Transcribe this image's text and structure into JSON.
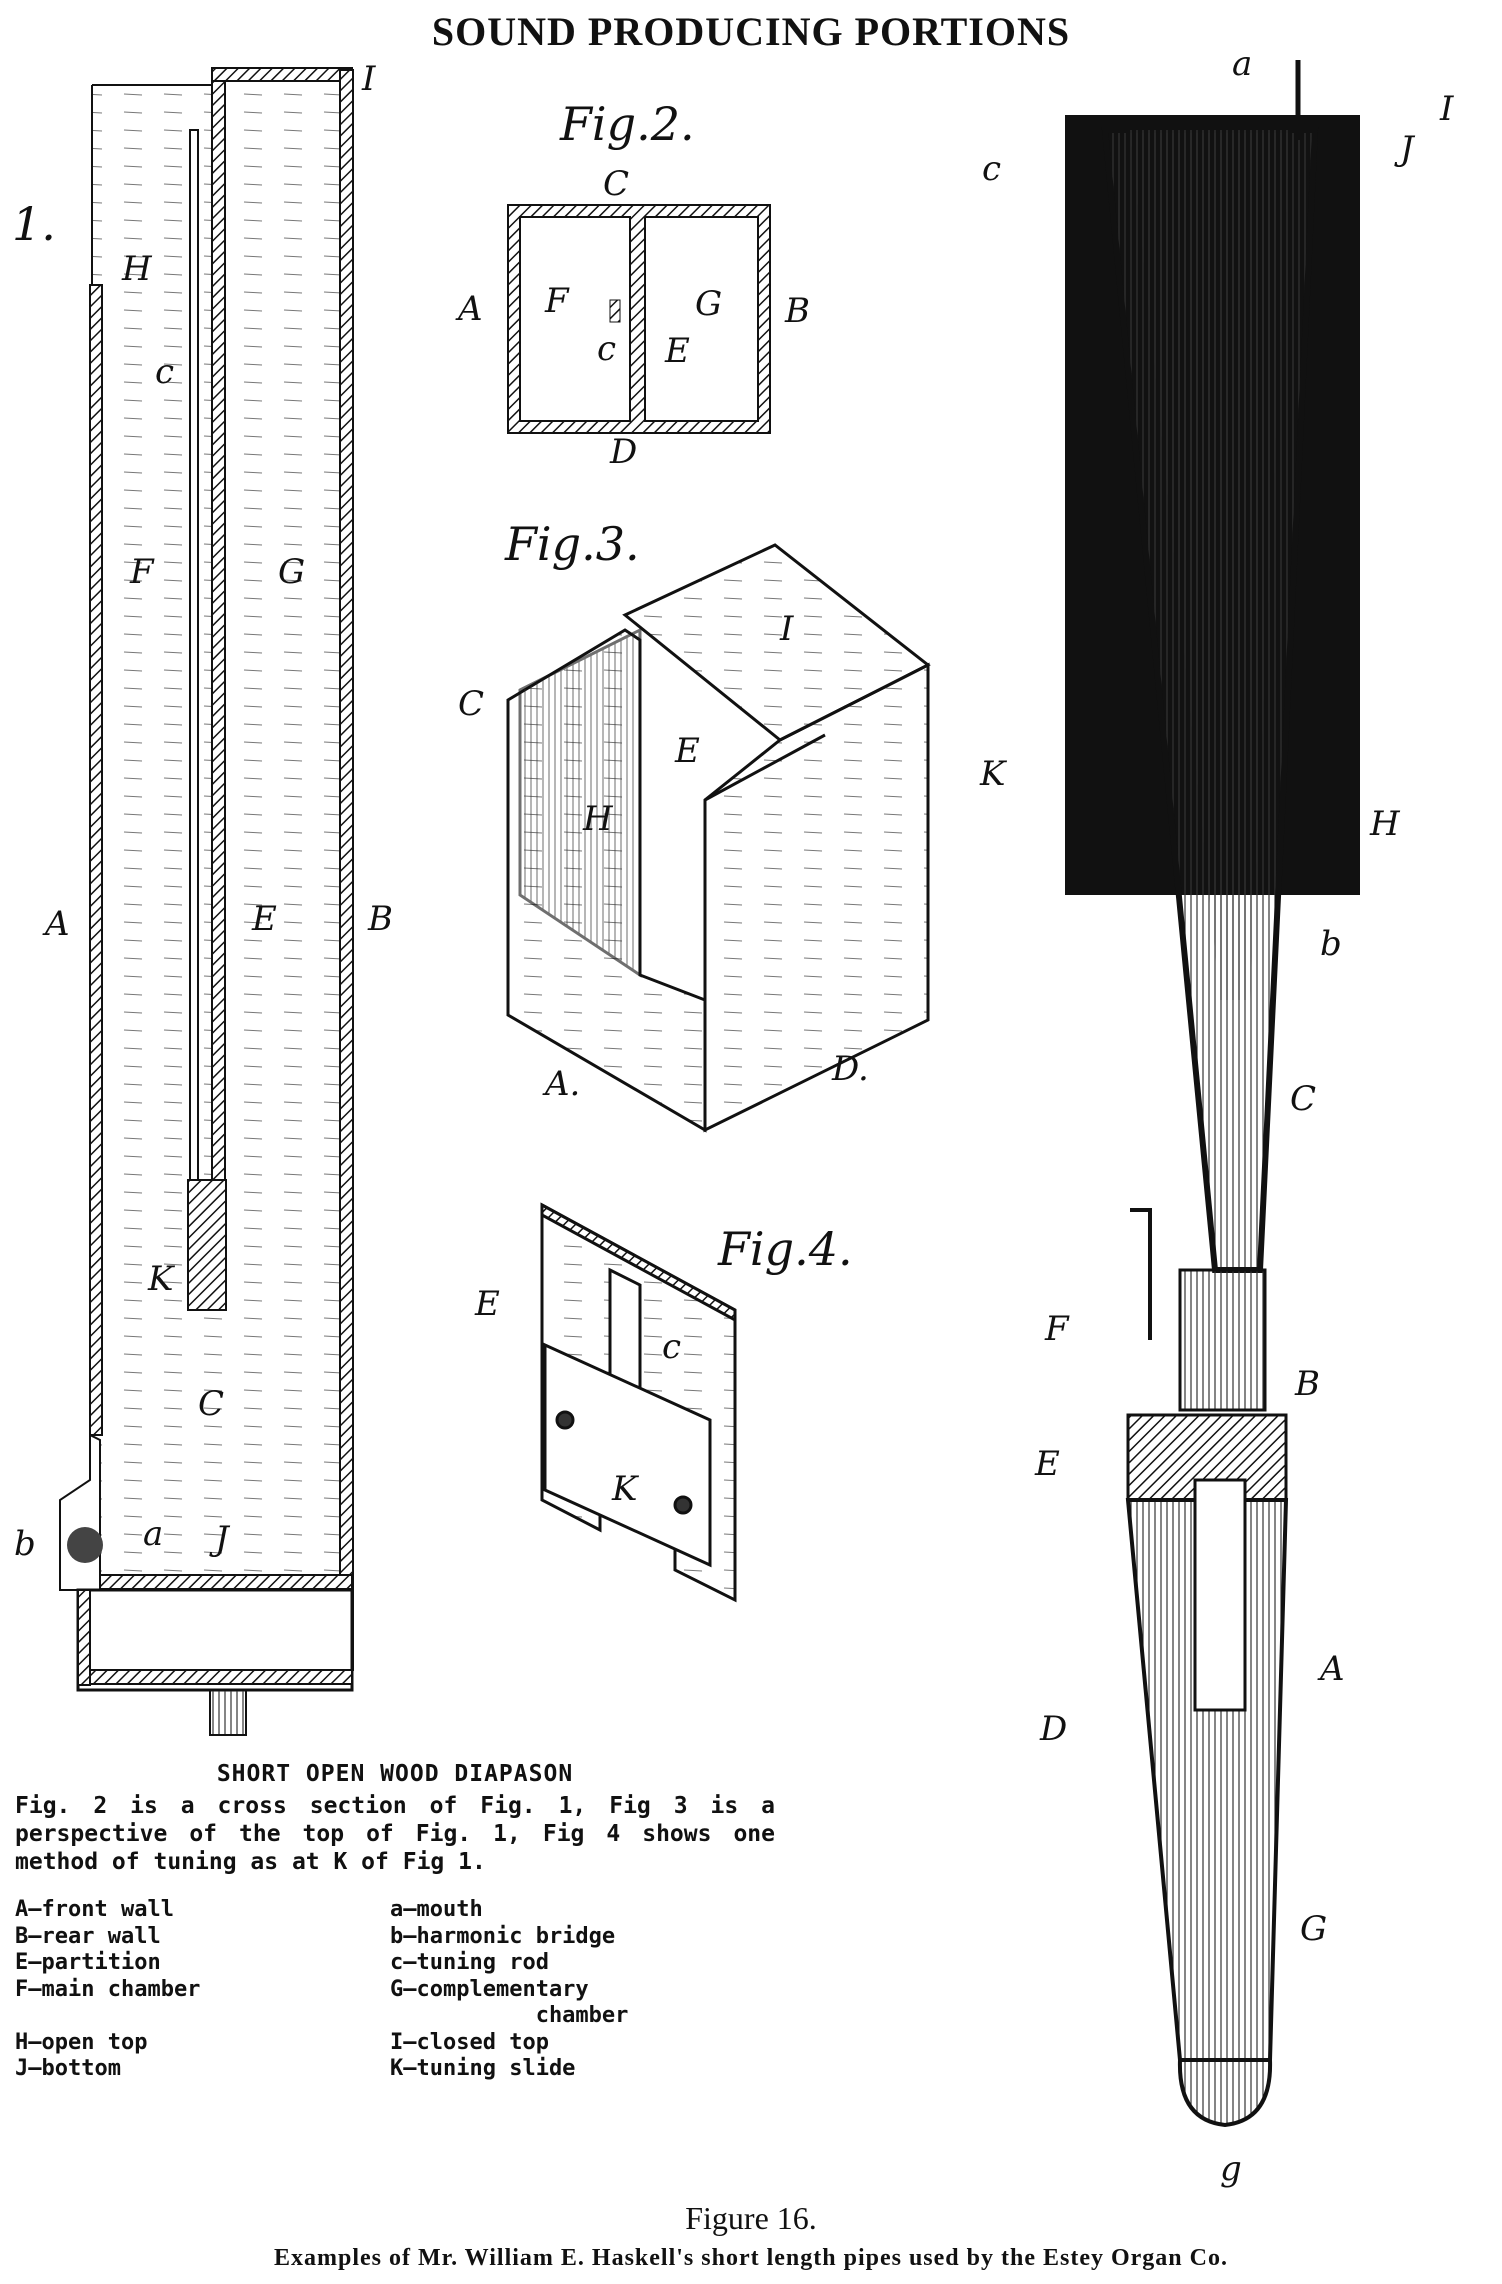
{
  "title": "SOUND PRODUCING PORTIONS",
  "fig1": {
    "number": "1.",
    "labels": {
      "H": "H",
      "c": "c",
      "F": "F",
      "G": "G",
      "A": "A",
      "E": "E",
      "B": "B",
      "K": "K",
      "C": "C",
      "b": "b",
      "a": "a",
      "J": "J",
      "I": "I"
    }
  },
  "fig2": {
    "title": "Fig.2.",
    "labels": {
      "C": "C",
      "A": "A",
      "B": "B",
      "F": "F",
      "c": "c",
      "G": "G",
      "E": "E",
      "D": "D"
    }
  },
  "fig3": {
    "title": "Fig.3.",
    "labels": {
      "I": "I",
      "C": "C",
      "E": "E",
      "H": "H",
      "A": "A.",
      "D": "D."
    }
  },
  "fig4": {
    "title": "Fig.4.",
    "labels": {
      "E": "E",
      "c": "c",
      "K": "K"
    }
  },
  "right_pipe": {
    "labels": {
      "a": "a",
      "I": "I",
      "J": "J",
      "c": "c",
      "K": "K",
      "H": "H",
      "b": "b",
      "C": "C",
      "F": "F",
      "B": "B",
      "E": "E",
      "A": "A",
      "D": "D",
      "G": "G",
      "g": "g"
    }
  },
  "caption": {
    "heading": "SHORT OPEN WOOD DIAPASON",
    "body": "Fig. 2 is a cross section of Fig. 1, Fig 3 is a perspective of the top of Fig. 1, Fig 4 shows one method of tuning as at K of Fig 1."
  },
  "legend": {
    "left": [
      "A—front wall",
      "B—rear wall",
      "E—partition",
      "F—main chamber",
      "",
      "H—open top",
      "J—bottom"
    ],
    "right": [
      "a—mouth",
      "b—harmonic bridge",
      "c—tuning rod",
      "G—complementary",
      "           chamber",
      "I—closed top",
      "K—tuning slide"
    ]
  },
  "figure_number": "Figure 16.",
  "figure_caption": "Examples of Mr. William E. Haskell's short length pipes used by the Estey Organ Co."
}
